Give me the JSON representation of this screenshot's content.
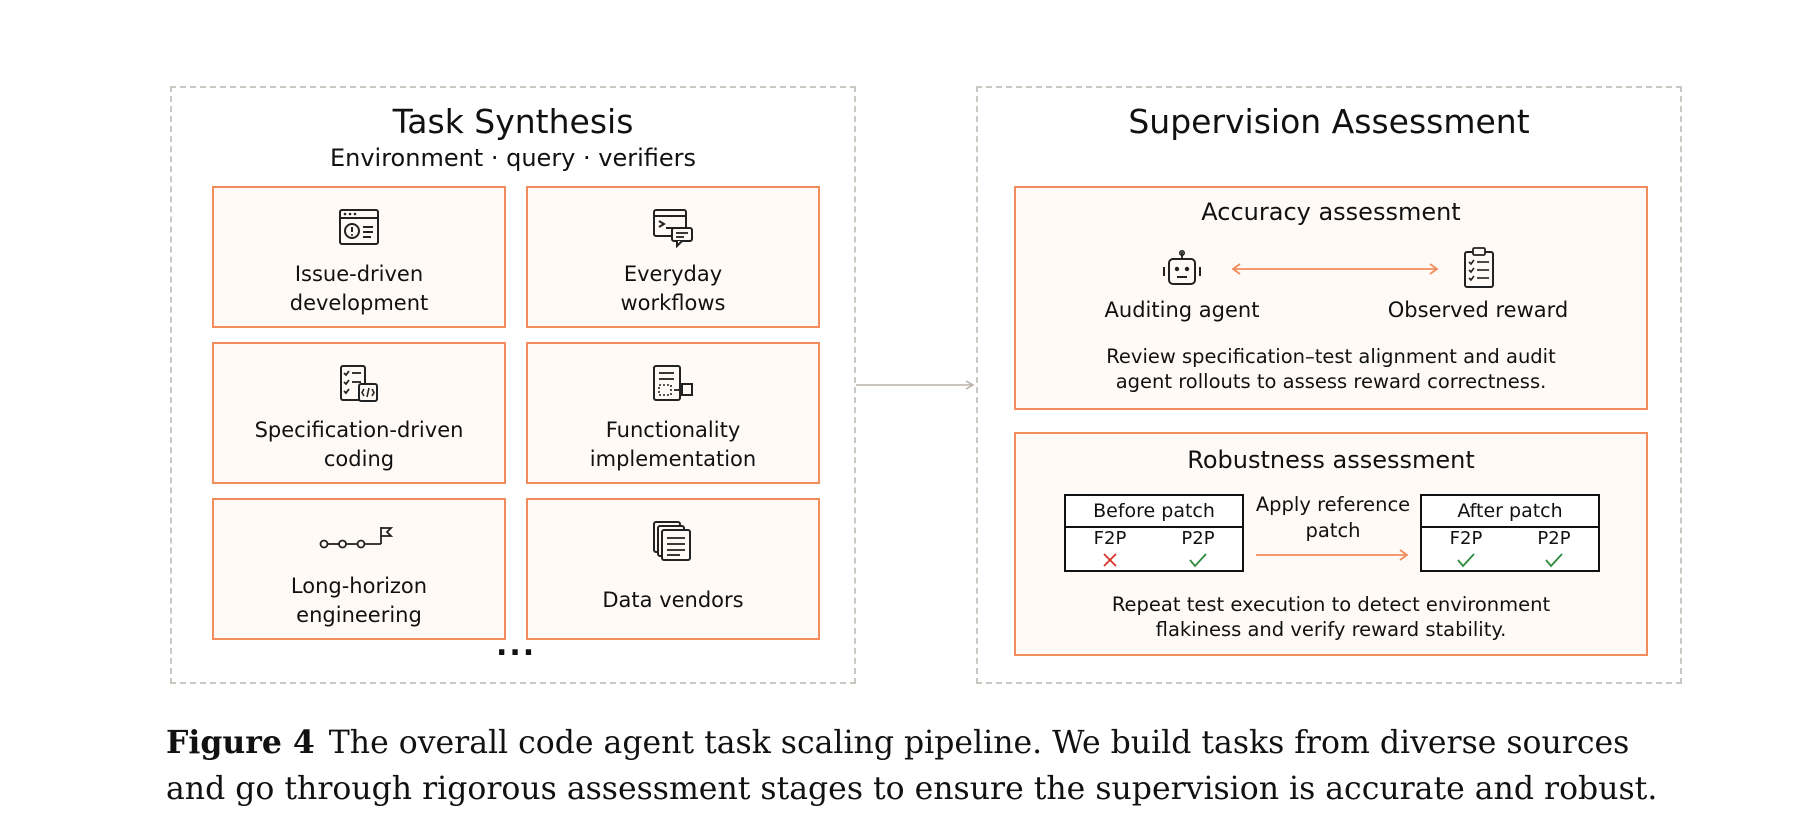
{
  "left_panel": {
    "title": "Task Synthesis",
    "subtitle": "Environment · query · verifiers",
    "cards": [
      {
        "label": "Issue-driven\ndevelopment",
        "icon": "issue-window-icon"
      },
      {
        "label": "Everyday\nworkflows",
        "icon": "terminal-chat-icon"
      },
      {
        "label": "Specification-driven\ncoding",
        "icon": "checklist-code-icon"
      },
      {
        "label": "Functionality\nimplementation",
        "icon": "document-plus-icon"
      },
      {
        "label": "Long-horizon\nengineering",
        "icon": "milestone-flag-icon"
      },
      {
        "label": "Data vendors",
        "icon": "stacked-documents-icon"
      }
    ],
    "more": "..."
  },
  "right_panel": {
    "title": "Supervision Assessment",
    "accuracy": {
      "title": "Accuracy assessment",
      "agent_label": "Auditing agent",
      "reward_label": "Observed reward",
      "description": "Review specification–test alignment and audit\nagent rollouts to assess reward correctness."
    },
    "robustness": {
      "title": "Robustness assessment",
      "before": {
        "title": "Before patch",
        "col1": "F2P",
        "col2": "P2P",
        "col1_status": "fail",
        "col2_status": "pass"
      },
      "apply": "Apply reference\npatch",
      "after": {
        "title": "After patch",
        "col1": "F2P",
        "col2": "P2P",
        "col1_status": "pass",
        "col2_status": "pass"
      },
      "description": "Repeat test execution to detect environment\nflakiness and verify reward stability."
    }
  },
  "caption": {
    "label": "Figure 4",
    "text": "The overall code agent task scaling pipeline. We build tasks from diverse sources and go through rigorous assessment stages to ensure the supervision is accurate and robust."
  },
  "colors": {
    "accent": "#f28c5a",
    "card_bg": "#fffaf6",
    "dash": "#c9c9c2",
    "fail": "#d9342b",
    "pass": "#2e8b3e"
  }
}
